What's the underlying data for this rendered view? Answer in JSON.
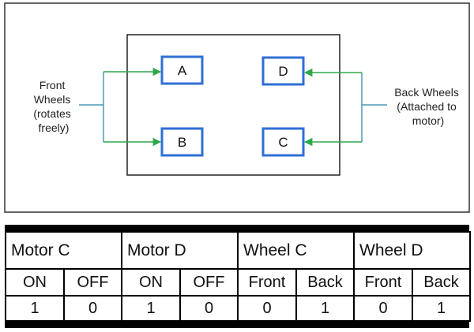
{
  "diagram": {
    "wheels": [
      "A",
      "B",
      "D",
      "C"
    ],
    "front_label": [
      "Front",
      "Wheels",
      "(rotates",
      "freely)"
    ],
    "back_label": [
      "Back Wheels",
      "(Attached to",
      "motor)"
    ],
    "colors": {
      "wheel_border": "#2f6fd6",
      "arrow": "#2fa84a",
      "callout": "#4a9ab0"
    }
  },
  "table": {
    "headers": [
      "Motor C",
      "Motor D",
      "Wheel C",
      "Wheel D"
    ],
    "subheaders": [
      "ON",
      "OFF",
      "ON",
      "OFF",
      "Front",
      "Back",
      "Front",
      "Back"
    ],
    "values": [
      "1",
      "0",
      "1",
      "0",
      "0",
      "1",
      "0",
      "1"
    ]
  }
}
